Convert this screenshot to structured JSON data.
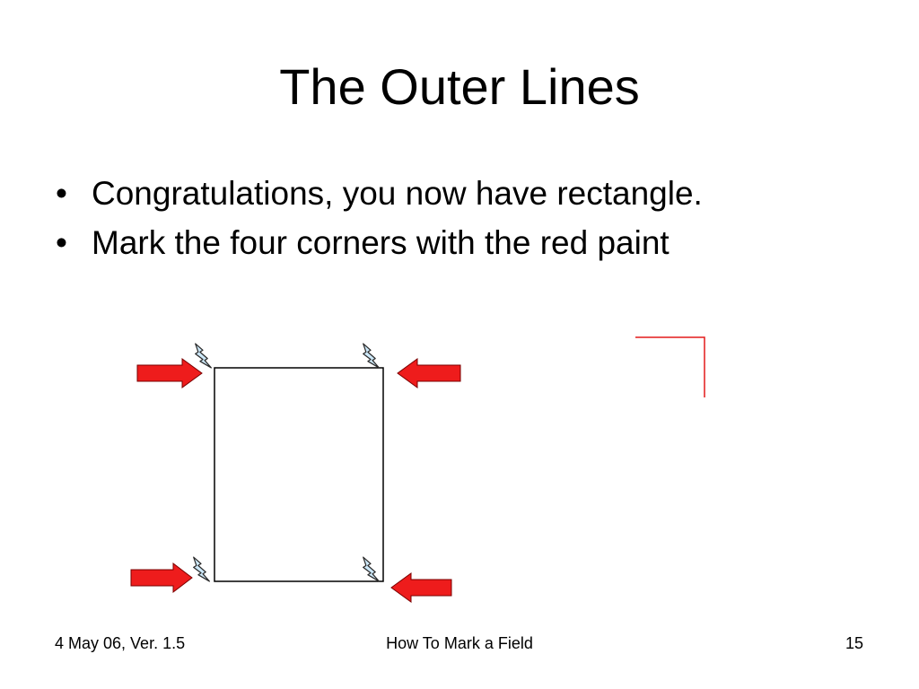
{
  "slide": {
    "title": "The Outer Lines",
    "bullets": [
      "Congratulations, you now have rectangle.",
      "Mark the four corners with the red paint"
    ],
    "bullet_symbol": "•"
  },
  "diagram": {
    "arrow_color": "#ee1c1c",
    "arrow_outline_color": "#7a0000",
    "rectangle_color": "#000000",
    "corner_mark_color": "#e31a1a",
    "spray_icon_fill": "#cde8f8",
    "spray_icon_stroke": "#2b2b2b",
    "icons": [
      "arrow-right-icon",
      "arrow-left-icon",
      "lightning-bolt-icon"
    ]
  },
  "footer": {
    "left": "4 May 06, Ver. 1.5",
    "center": "How To Mark a Field",
    "right": "15"
  }
}
